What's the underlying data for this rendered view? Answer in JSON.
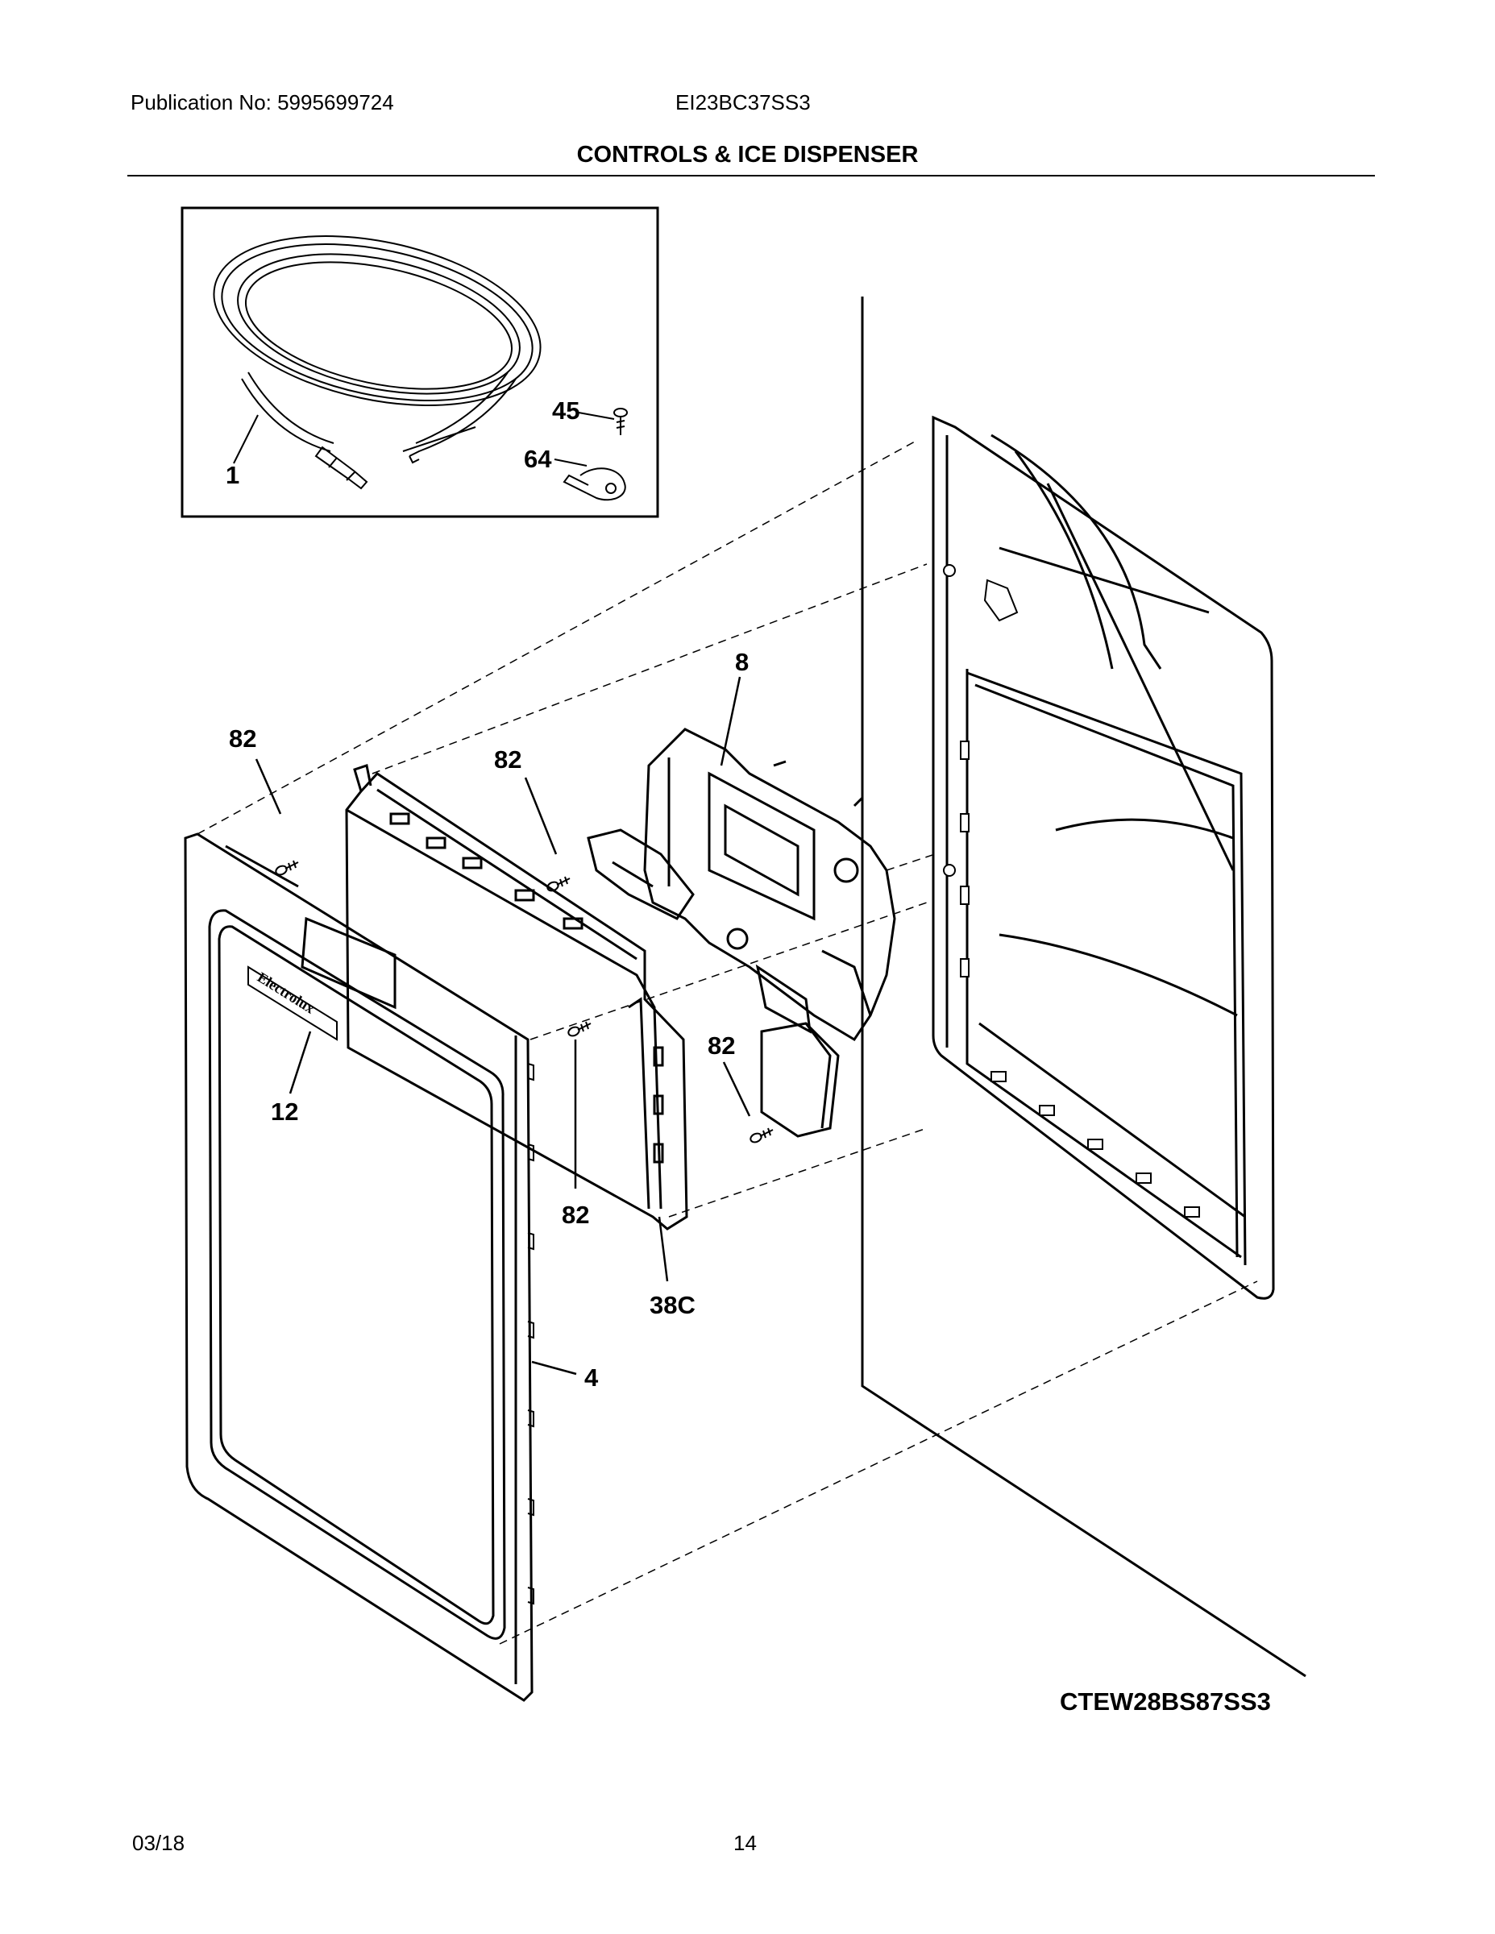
{
  "header": {
    "publication": "Publication No: 5995699724",
    "model": "EI23BC37SS3",
    "title": "CONTROLS & ICE DISPENSER"
  },
  "footer": {
    "date": "03/18",
    "page": "14"
  },
  "diagram": {
    "brand_label": "Electrolux",
    "model_tag": "CTEW28BS87SS3",
    "callouts": {
      "c1": "1",
      "c45": "45",
      "c64": "64",
      "c8": "8",
      "c82a": "82",
      "c82b": "82",
      "c82c": "82",
      "c82d": "82",
      "c12": "12",
      "c38c": "38C",
      "c4": "4"
    }
  }
}
